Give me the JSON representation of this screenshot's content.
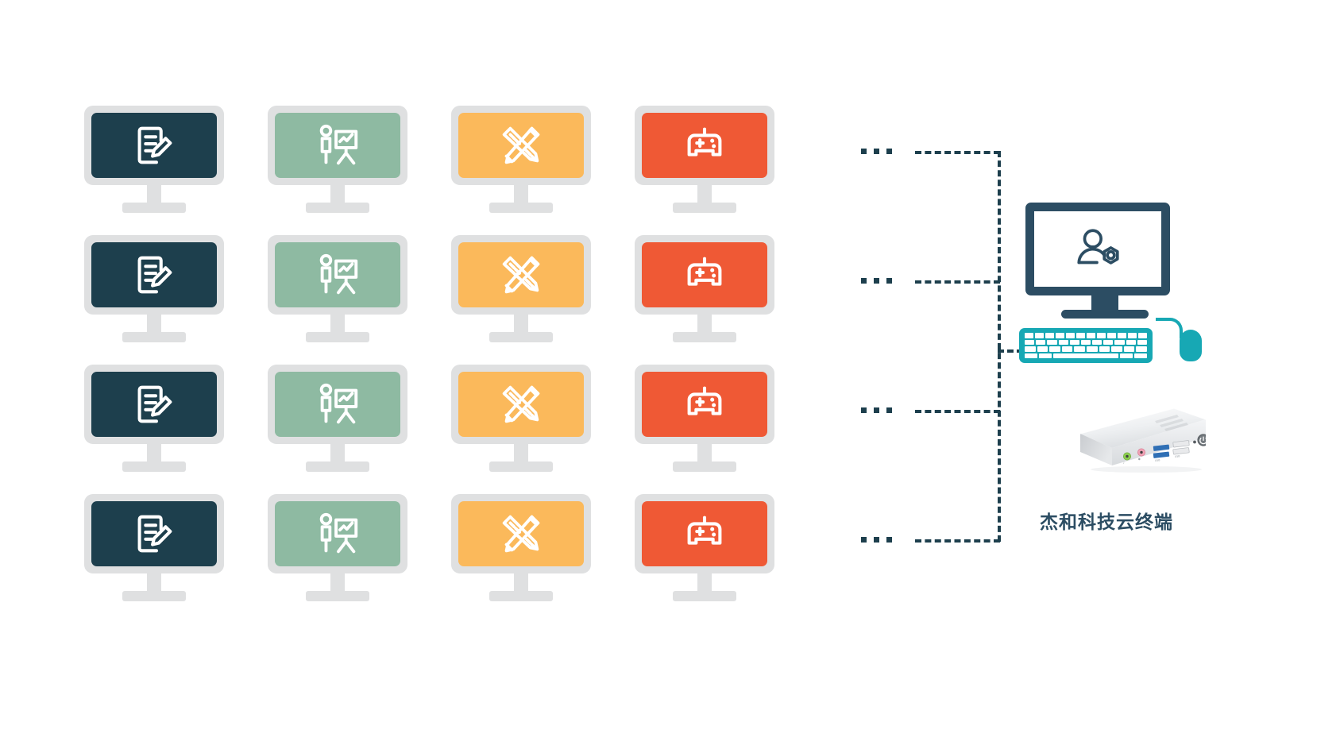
{
  "diagram": {
    "title": "杰和科技云终端",
    "background_color": "#ffffff",
    "line_color": "#1d3f4d",
    "ellipsis_label": "..."
  },
  "colors": {
    "bezel": "#dfe0e1",
    "screen_dark_teal": "#1d3f4d",
    "screen_sage_green": "#8ebaa2",
    "screen_amber": "#fbb95b",
    "screen_orange_red": "#ef5935",
    "icon_white": "#ffffff",
    "admin_navy": "#2c4d63",
    "accent_teal": "#17a8b4",
    "label_text": "#2c4d63"
  },
  "clients": {
    "rows": 4,
    "columns": 4,
    "column_types": [
      {
        "key": "document-edit",
        "icon": "document-pencil-icon",
        "screen_color": "#1d3f4d"
      },
      {
        "key": "presentation",
        "icon": "presentation-chart-icon",
        "screen_color": "#8ebaa2"
      },
      {
        "key": "design",
        "icon": "pencil-ruler-icon",
        "screen_color": "#fbb95b"
      },
      {
        "key": "gaming",
        "icon": "gamepad-icon",
        "screen_color": "#ef5935"
      }
    ],
    "row_ellipsis": [
      "...",
      "...",
      "...",
      "..."
    ]
  },
  "terminal": {
    "screen_icon": "user-gear-icon",
    "keyboard_icon": "keyboard-icon",
    "mouse_icon": "mouse-icon",
    "device_icon": "mini-pc-icon",
    "caption": "杰和科技云终端",
    "ports": [
      {
        "name": "audio-out-jack",
        "color": "#8ccf4e"
      },
      {
        "name": "microphone-jack",
        "color": "#f09ab0"
      },
      {
        "name": "usb3-port-top",
        "color": "#2f6fb5"
      },
      {
        "name": "usb3-port-bottom",
        "color": "#2f6fb5"
      },
      {
        "name": "usb2-port-top",
        "color": "#e9eaec"
      },
      {
        "name": "usb2-port-bottom",
        "color": "#e9eaec"
      },
      {
        "name": "status-led",
        "color": "#8d9196"
      },
      {
        "name": "power-button",
        "color": "#6f7479"
      }
    ]
  },
  "connections": {
    "bus_label": "dashed-bus",
    "branch_count": 4
  }
}
